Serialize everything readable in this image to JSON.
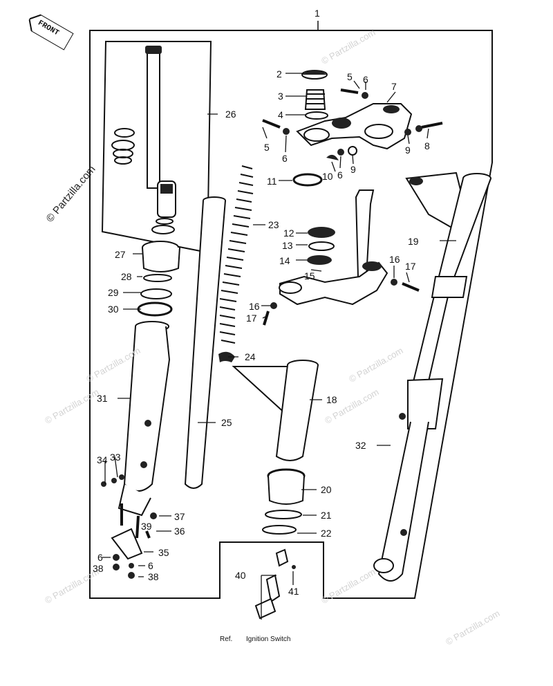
{
  "diagram": {
    "front_label": "FRONT",
    "watermark_main": "© Partzilla.com",
    "watermark_faint": "© Partzilla.com",
    "ref_text": "Ref.",
    "ref_caption": "Ignition Switch",
    "callouts": [
      "1",
      "2",
      "3",
      "4",
      "5",
      "6",
      "7",
      "5",
      "6",
      "9",
      "8",
      "26",
      "10",
      "6",
      "9",
      "11",
      "23",
      "12",
      "13",
      "14",
      "15",
      "16",
      "17",
      "16",
      "17",
      "19",
      "27",
      "28",
      "29",
      "30",
      "24",
      "18",
      "31",
      "25",
      "32",
      "34",
      "33",
      "20",
      "21",
      "22",
      "37",
      "39",
      "36",
      "35",
      "6",
      "6",
      "38",
      "38",
      "40",
      "41"
    ]
  }
}
